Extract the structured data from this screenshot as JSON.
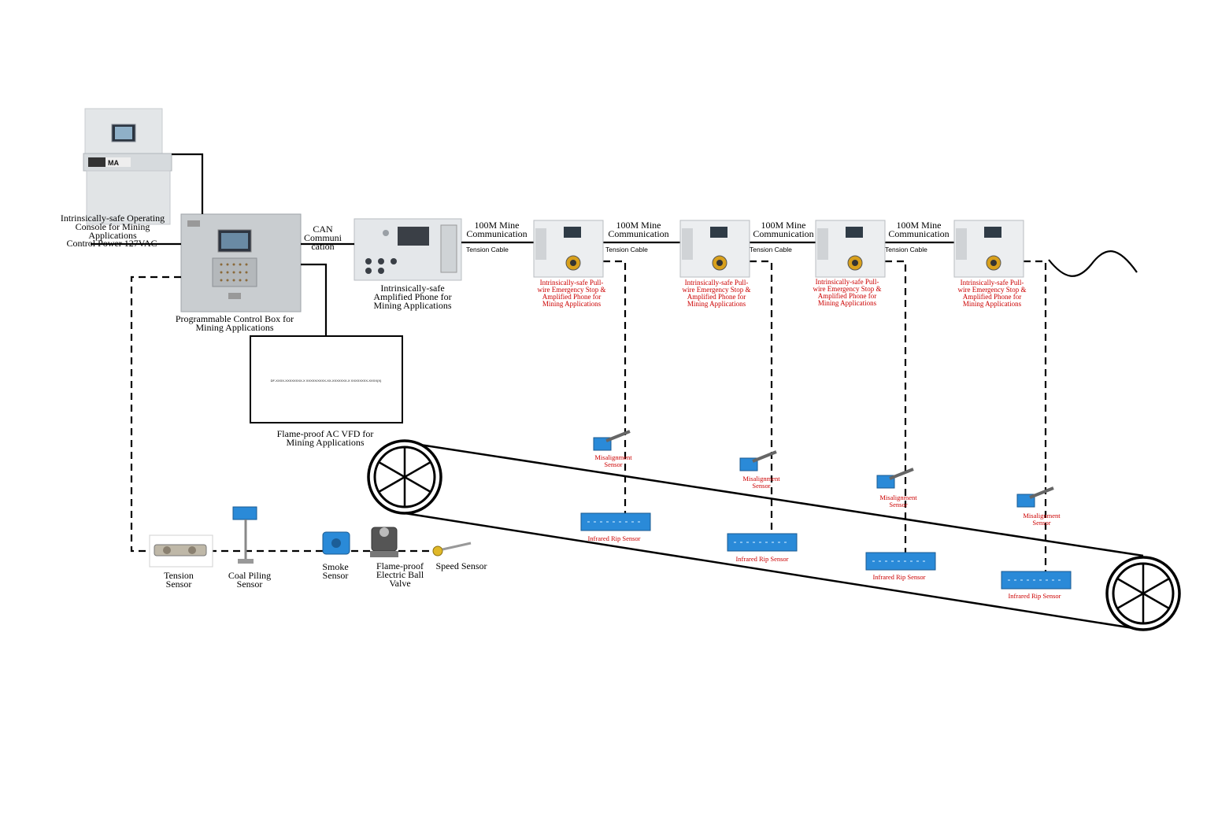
{
  "console": {
    "label": "Intrinsically-safe Operating Console for Mining Applications",
    "brand": "MA"
  },
  "control_power": "Control Power 127VAC",
  "control_box": {
    "label": "Programmable Control Box for Mining Applications"
  },
  "can": {
    "label": "CAN Communi cation"
  },
  "phone": {
    "label": "Intrinsically-safe Amplified Phone for Mining Applications"
  },
  "vfd": {
    "label": "Flame-proof AC VFD for Mining Applications",
    "inner_text": "DF-XXXX-XXXXXXXX-X XXXXX/XXXX-XX-XXXXXXX-X XXXXXXXX-XXXX(X)"
  },
  "comm_labels": [
    "100M Mine Communication",
    "100M Mine Communication",
    "100M Mine Communication",
    "100M Mine Communication"
  ],
  "tension_cable": "Tension Cable",
  "estop_label": "Intrinsically-safe Pull-wire Emergency Stop & Amplified Phone for Mining Applications",
  "misalignment_label": "Misalignment Sensor",
  "rip_label": "Infrared Rip Sensor",
  "bottom_sensors": [
    {
      "name": "tension-sensor",
      "label": "Tension Sensor"
    },
    {
      "name": "coal-piling-sensor",
      "label": "Coal Piling Sensor"
    },
    {
      "name": "smoke-sensor",
      "label": "Smoke Sensor"
    },
    {
      "name": "electric-ball-valve",
      "label": "Flame-proof Electric Ball Valve"
    },
    {
      "name": "speed-sensor",
      "label": "Speed Sensor"
    }
  ],
  "colors": {
    "device_body": "#e8eaec",
    "sensor_blue": "#2a8ad8",
    "label_red": "#cc0000"
  }
}
